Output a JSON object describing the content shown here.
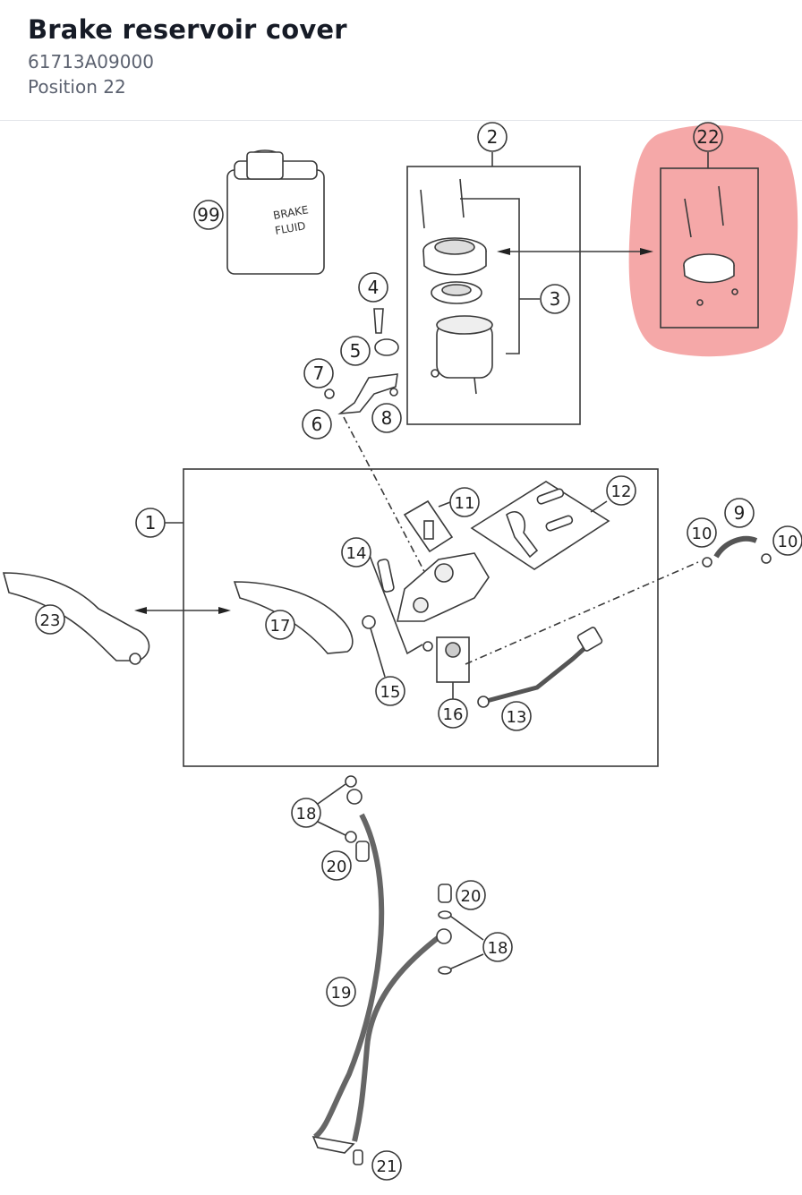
{
  "part": {
    "title": "Brake reservoir cover",
    "part_number": "61713A09000",
    "position_label": "Position 22"
  },
  "diagram": {
    "highlight_color": "#f28b8b",
    "fluid_can_label_line1": "BRAKE",
    "fluid_can_label_line2": "FLUID",
    "callouts": [
      "1",
      "2",
      "3",
      "4",
      "5",
      "6",
      "7",
      "8",
      "9",
      "10",
      "10",
      "11",
      "12",
      "13",
      "14",
      "15",
      "16",
      "17",
      "18",
      "18",
      "19",
      "20",
      "20",
      "21",
      "22",
      "23",
      "99"
    ],
    "highlighted_callout": "22"
  }
}
